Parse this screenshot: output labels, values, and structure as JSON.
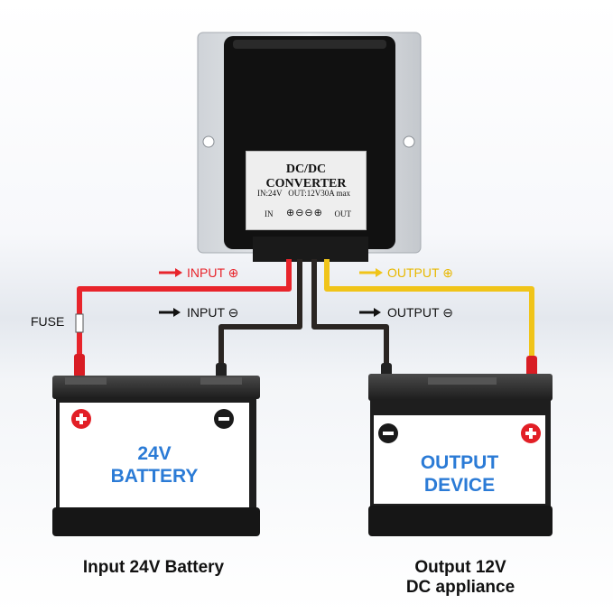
{
  "converter": {
    "title": "DC/DC CONVERTER",
    "spec_in": "IN:24V",
    "spec_out": "OUT:12V30A  max",
    "in_label": "IN",
    "terminal_symbols": "⊕⊖⊖⊕",
    "out_label": "OUT"
  },
  "wires": {
    "input_pos_label": "INPUT ⊕",
    "input_neg_label": "INPUT ⊖",
    "output_pos_label": "OUTPUT ⊕",
    "output_neg_label": "OUTPUT ⊖",
    "fuse_label": "FUSE",
    "colors": {
      "input_pos": "#e8242b",
      "output_pos": "#f0c419",
      "negative": "#2a2522"
    }
  },
  "battery": {
    "line1": "24V",
    "line2": "BATTERY",
    "caption": "Input 24V Battery"
  },
  "device": {
    "line1": "OUTPUT",
    "line2": "DEVICE",
    "caption_line1": "Output 12V",
    "caption_line2": "DC appliance"
  }
}
